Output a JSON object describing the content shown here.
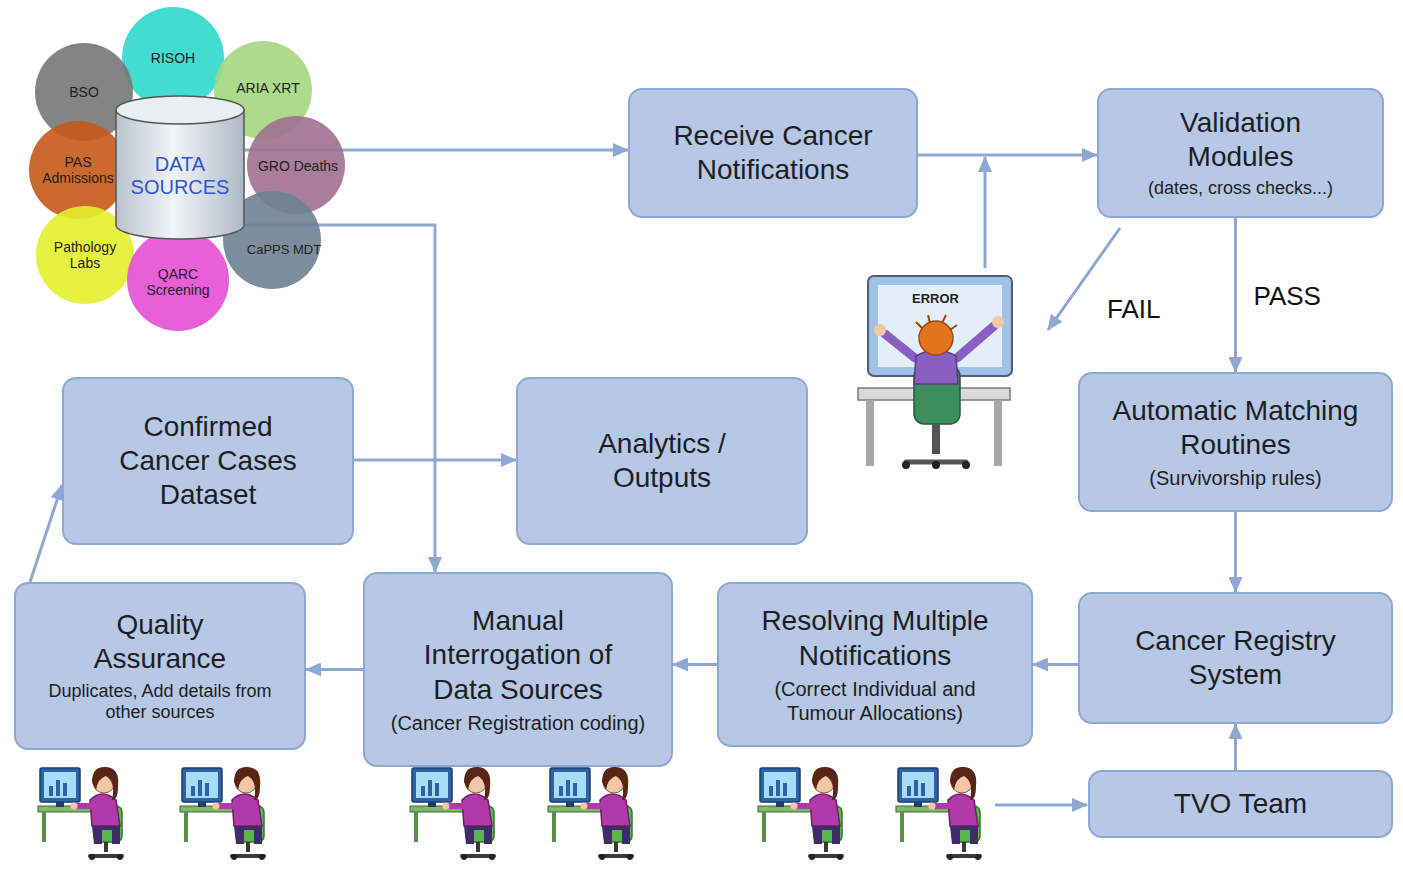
{
  "diagram": {
    "nodes": [
      {
        "text": [
          "RISOH"
        ]
      },
      {
        "text": [
          "BSO"
        ]
      },
      {
        "text": [
          "ARIA XRT"
        ]
      },
      {
        "text": [
          "DATA SOURCES"
        ]
      },
      {
        "text": [
          "PAS Admissions"
        ]
      },
      {
        "text": [
          "GRO Deaths"
        ]
      },
      {
        "text": [
          "CaPPS MDT"
        ]
      },
      {
        "text": [
          "Pathology Labs"
        ]
      },
      {
        "text": [
          "QARC Screening"
        ]
      },
      {
        "text": [
          "Receive Cancer Notifications"
        ]
      },
      {
        "text": [
          "Validation Modules",
          "(dates, cross checks...)"
        ]
      },
      {
        "text": [
          "Confirmed Cancer Cases Dataset"
        ]
      },
      {
        "text": [
          "Analytics / Outputs"
        ]
      },
      {
        "text": [
          "Automatic Matching Routines",
          "(Survivorship rules)"
        ]
      },
      {
        "text": [
          "Quality Assurance",
          "Duplicates, Add details from other sources"
        ]
      },
      {
        "text": [
          "Manual Interrogation of Data Sources",
          "(Cancer Registration coding)"
        ]
      },
      {
        "text": [
          "Resolving Multiple Notifications",
          "(Correct Individual and Tumour Allocations)"
        ]
      },
      {
        "text": [
          "Cancer Registry System"
        ]
      },
      {
        "text": [
          "TVO Team"
        ]
      }
    ],
    "edges": [
      {
        "from": 3,
        "to": 9,
        "arrow": "to"
      },
      {
        "from": 9,
        "to": 10,
        "arrow": "to"
      },
      {
        "from": 10,
        "to": 13,
        "arrow": "to",
        "label": "PASS"
      },
      {
        "from": 13,
        "to": 17,
        "arrow": "to"
      },
      {
        "from": 18,
        "to": 17,
        "arrow": "to"
      },
      {
        "from": 17,
        "to": 16,
        "arrow": "to"
      },
      {
        "from": 16,
        "to": 15,
        "arrow": "to"
      },
      {
        "from": 3,
        "to": 15,
        "arrow": "to"
      },
      {
        "from": 15,
        "to": 14,
        "arrow": "to"
      },
      {
        "from": 14,
        "to": 11,
        "arrow": "to"
      },
      {
        "from": 11,
        "to": 12,
        "arrow": "to"
      }
    ],
    "labels": [
      "ERROR",
      "FAIL"
    ]
  }
}
